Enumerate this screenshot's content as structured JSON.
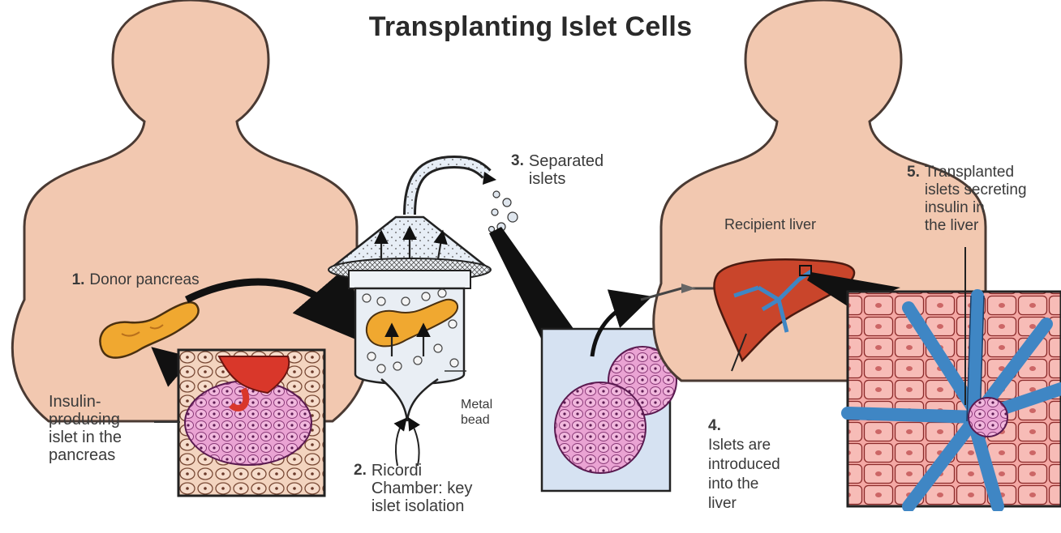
{
  "title": "Transplanting Islet Cells",
  "colors": {
    "skin": "#f2c8b0",
    "pancreas": "#f0a830",
    "liver": "#c9452b",
    "vessel": "#3f86c4",
    "islet": "#e98fc8",
    "cell_bg": "#f5dac8",
    "panel_blue": "#d6e2f2"
  },
  "labels": {
    "step1_num": "1.",
    "step1_text": "Donor pancreas",
    "islet_in_pancreas": "Insulin-\nproducing\nislet in the\npancreas",
    "step2_num": "2.",
    "step2_text": "Ricordi\nChamber: key\nislet isolation",
    "metal_bead": "Metal\nbead",
    "step3_num": "3.",
    "step3_text": "Separated\nislets",
    "recipient_liver": "Recipient liver",
    "step4_num": "4.",
    "step4_text": "Islets are\nintroduced\ninto the\nliver",
    "step5_num": "5.",
    "step5_text": "Transplanted\nislets secreting\ninsulin in\nthe liver"
  }
}
